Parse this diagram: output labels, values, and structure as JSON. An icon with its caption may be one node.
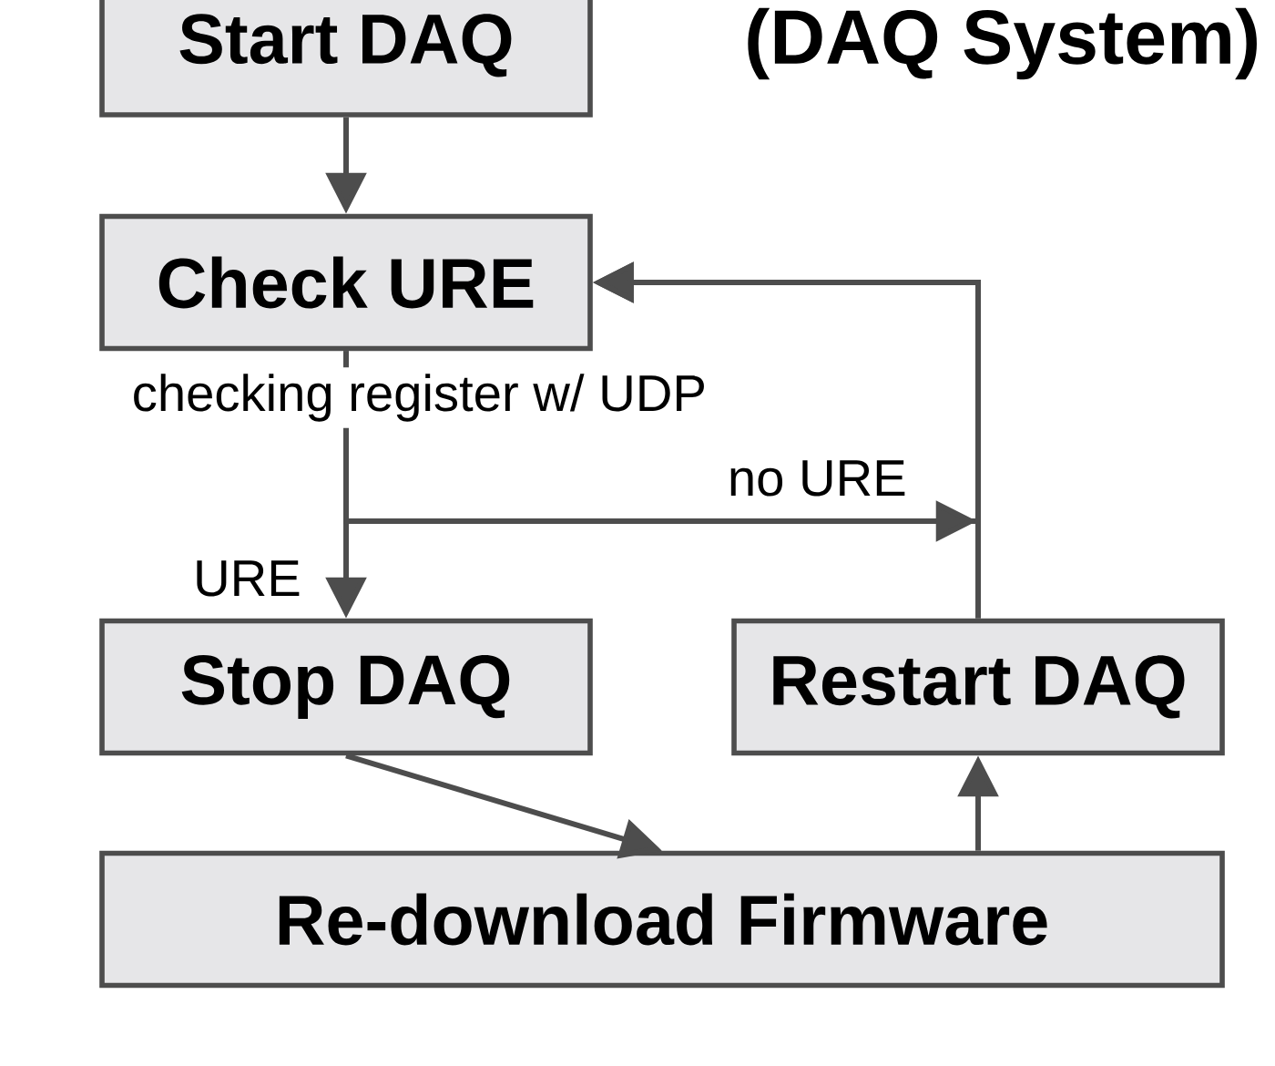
{
  "diagram": {
    "title": "(DAQ System)",
    "nodes": [
      {
        "text": [
          "Start DAQ"
        ]
      },
      {
        "text": [
          "Check URE"
        ],
        "beside": [
          "checking register w/ UDP"
        ]
      },
      {
        "text": [
          "Stop DAQ"
        ]
      },
      {
        "text": [
          "Restart DAQ"
        ]
      },
      {
        "text": [
          "Re-download Firmware"
        ]
      }
    ],
    "edges": [
      {
        "from": 0,
        "to": 1,
        "arrow": "to"
      },
      {
        "from": 1,
        "to": 2,
        "arrow": "to",
        "label": "URE"
      },
      {
        "from": 1,
        "to": 1,
        "arrow": "to",
        "label": "no URE"
      },
      {
        "from": 2,
        "to": 4,
        "arrow": "to"
      },
      {
        "from": 4,
        "to": 3,
        "arrow": "to"
      },
      {
        "from": 3,
        "to": 1,
        "arrow": "to"
      }
    ]
  }
}
